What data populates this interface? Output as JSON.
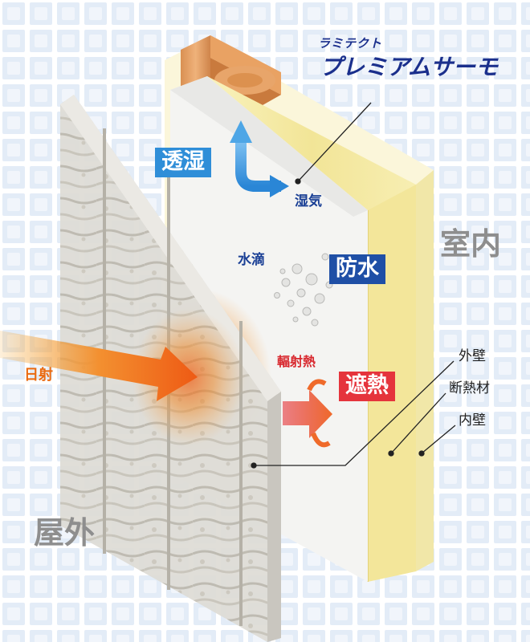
{
  "brand": {
    "subtitle": "ラミテクト",
    "product_name": "プレミアムサーモ"
  },
  "badges": {
    "moisture_permeable": "透湿",
    "waterproof": "防水",
    "heat_shield": "遮熱"
  },
  "labels": {
    "vapor": "湿気",
    "water_drops": "水滴",
    "radiant_heat": "輻射熱",
    "solar": "日射",
    "indoor": "室内",
    "outdoor": "屋外"
  },
  "callouts": [
    "外壁",
    "断熱材",
    "内壁"
  ],
  "colors": {
    "brand_navy": "#1a2f8c",
    "badge_light_blue": "#2f8ed8",
    "badge_dark_blue": "#1f4fa6",
    "badge_red": "#e5343c",
    "solar_orange": "#ea6a10",
    "insulation_yellow": "#f4e9a3"
  }
}
